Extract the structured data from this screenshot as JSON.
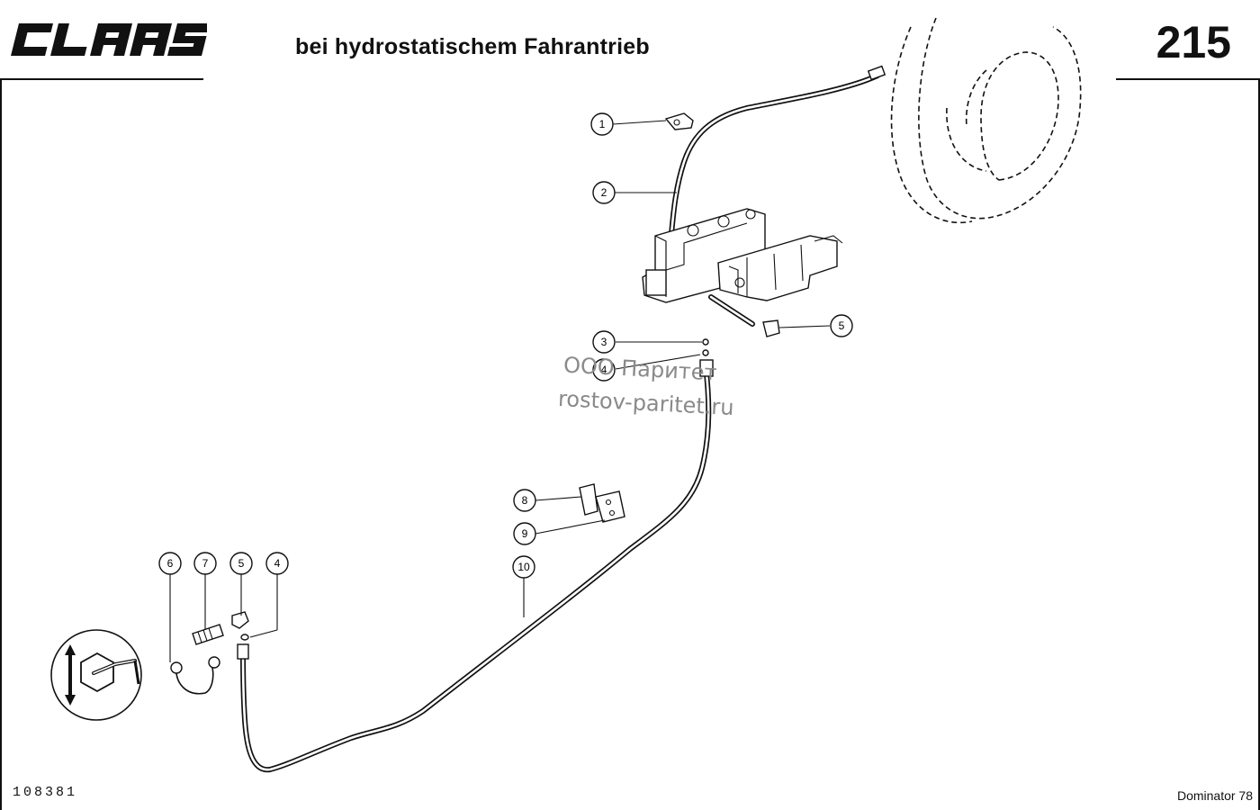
{
  "header": {
    "brand": "CLAAS",
    "title": "bei hydrostatischem Fahrantrieb",
    "page_number": "215"
  },
  "footer": {
    "code": "108381",
    "model": "Dominator 78"
  },
  "watermark": {
    "line1": "ООО Паритет",
    "line2": "rostov-paritet.ru"
  },
  "callouts": [
    "1",
    "2",
    "5",
    "3",
    "4",
    "8",
    "9",
    "10",
    "6",
    "7",
    "5",
    "4"
  ],
  "icons": [
    "claas-logo",
    "wheel-outline",
    "control-valve-block",
    "hydraulic-hose",
    "adjustment-symbol-icon"
  ]
}
